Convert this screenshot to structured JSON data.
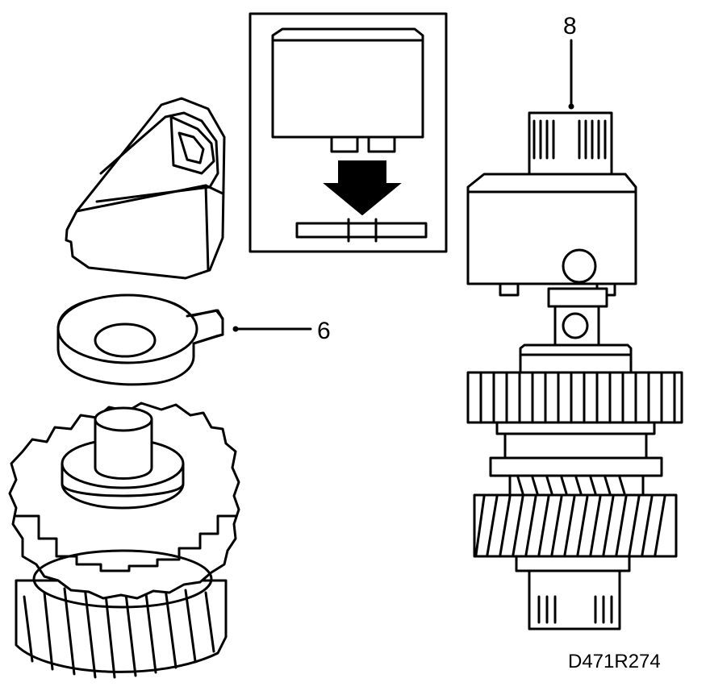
{
  "callouts": {
    "shaft_label": "8",
    "washer_label": "6"
  },
  "figure_id": "D471R274",
  "colors": {
    "line": "#000000",
    "background": "#ffffff"
  }
}
